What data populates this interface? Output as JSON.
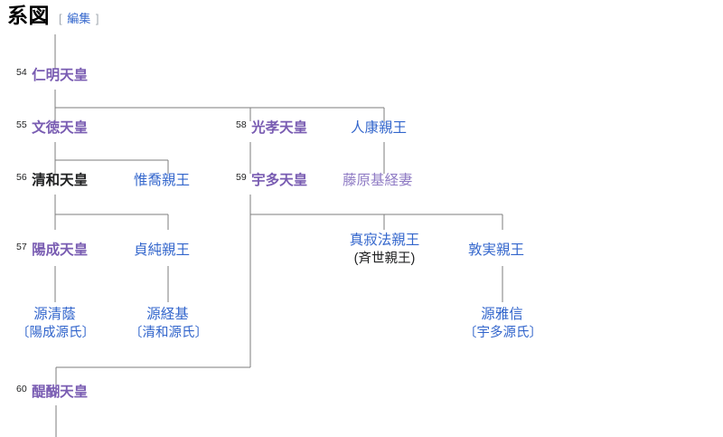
{
  "section": {
    "title": "系図",
    "edit_bracket_open": "[",
    "edit_label": "編集",
    "edit_bracket_close": "]"
  },
  "colors": {
    "link": "#3366cc",
    "visited": "#795cb2",
    "visited_light": "#8f7bc4",
    "current_text": "#202122",
    "line": "#7d7d7d",
    "bracket_gray": "#a2a9b1"
  },
  "tree": {
    "generations": [
      {
        "row": 1,
        "nodes": [
          {
            "id": "n54",
            "number": "54",
            "name": "仁明天皇",
            "style": "visited",
            "bold": true,
            "sub": null
          }
        ]
      },
      {
        "row": 2,
        "nodes": [
          {
            "id": "n55",
            "number": "55",
            "name": "文徳天皇",
            "style": "visited",
            "bold": true,
            "sub": null
          },
          {
            "id": "n58",
            "number": "58",
            "name": "光孝天皇",
            "style": "visited",
            "bold": true,
            "sub": null
          },
          {
            "id": "n_yasuyasu",
            "number": "",
            "name": "人康親王",
            "style": "link",
            "bold": false,
            "sub": null
          }
        ]
      },
      {
        "row": 3,
        "nodes": [
          {
            "id": "n56",
            "number": "56",
            "name": "清和天皇",
            "style": "current",
            "bold": true,
            "sub": null
          },
          {
            "id": "n_koretaka",
            "number": "",
            "name": "惟喬親王",
            "style": "link",
            "bold": false,
            "sub": null
          },
          {
            "id": "n59",
            "number": "59",
            "name": "宇多天皇",
            "style": "visited",
            "bold": true,
            "sub": null
          },
          {
            "id": "n_motot_wife",
            "number": "",
            "name": "藤原基経妻",
            "style": "visited_light",
            "bold": false,
            "sub": null
          }
        ]
      },
      {
        "row": 4,
        "nodes": [
          {
            "id": "n57",
            "number": "57",
            "name": "陽成天皇",
            "style": "visited",
            "bold": true,
            "sub": null
          },
          {
            "id": "n_sadazumi",
            "number": "",
            "name": "貞純親王",
            "style": "link",
            "bold": false,
            "sub": null
          },
          {
            "id": "n_shinjaku",
            "number": "",
            "name": "真寂法親王",
            "style": "link",
            "bold": false,
            "sub": "(斉世親王)",
            "sub_style": "plain"
          },
          {
            "id": "n_atsumi",
            "number": "",
            "name": "敦実親王",
            "style": "link",
            "bold": false,
            "sub": null
          }
        ]
      },
      {
        "row": 5,
        "nodes": [
          {
            "id": "n_kiyokage",
            "number": "",
            "name": "源清蔭",
            "style": "link",
            "bold": false,
            "sub": "〔陽成源氏〕",
            "sub_style": "link"
          },
          {
            "id": "n_tsunemoto",
            "number": "",
            "name": "源経基",
            "style": "link",
            "bold": false,
            "sub": "〔清和源氏〕",
            "sub_style": "link"
          },
          {
            "id": "n_masanobu",
            "number": "",
            "name": "源雅信",
            "style": "link",
            "bold": false,
            "sub": "〔宇多源氏〕",
            "sub_style": "link"
          }
        ]
      },
      {
        "row": 6,
        "nodes": [
          {
            "id": "n60",
            "number": "60",
            "name": "醍醐天皇",
            "style": "visited",
            "bold": true,
            "sub": null
          }
        ]
      }
    ]
  }
}
